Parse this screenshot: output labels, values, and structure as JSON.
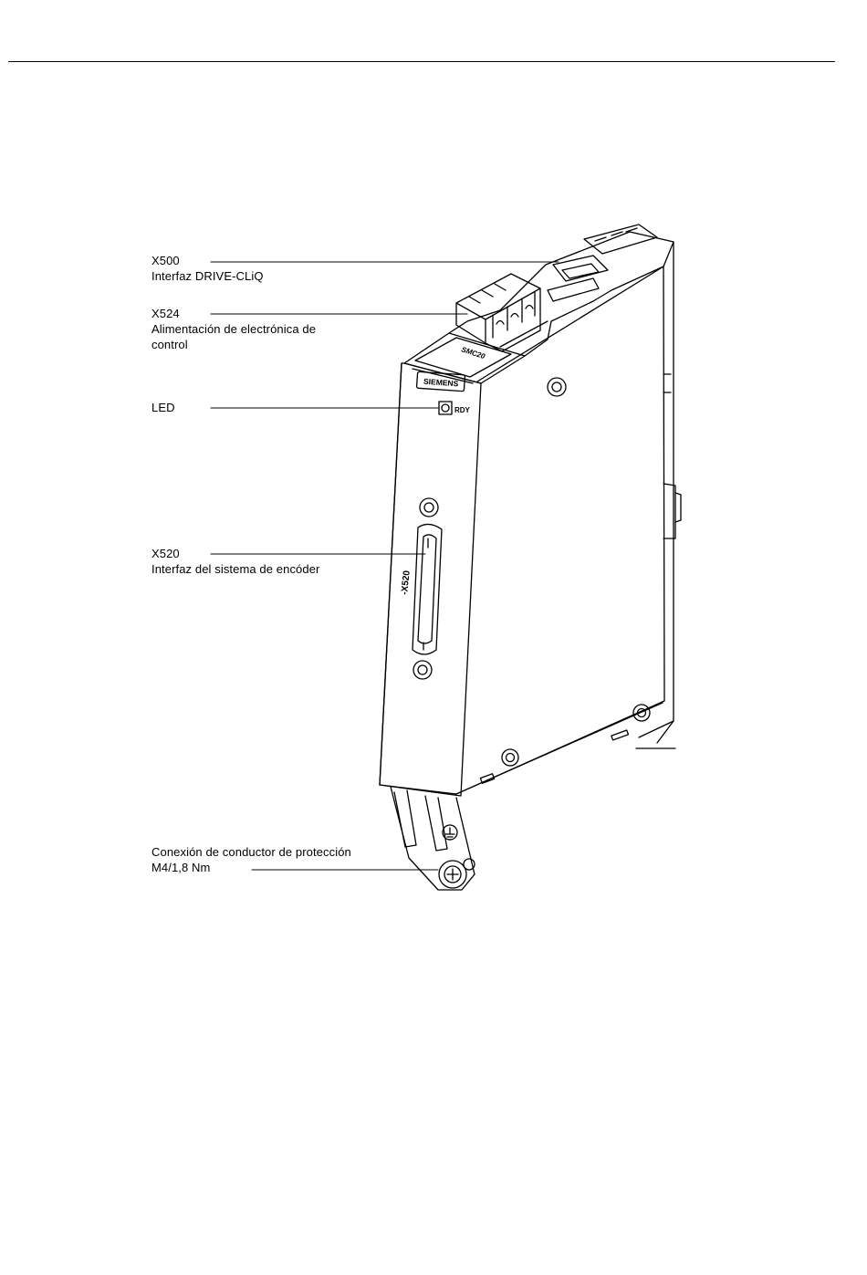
{
  "callouts": {
    "x500": {
      "code": "X500",
      "desc": "Interfaz DRIVE-CLiQ"
    },
    "x524": {
      "code": "X524",
      "desc_line1": "Alimentación de electrónica de",
      "desc_line2": "control"
    },
    "led": {
      "code": "LED"
    },
    "x520": {
      "code": "X520",
      "desc": "Interfaz del sistema de encóder"
    },
    "pe": {
      "desc_line1": "Conexión de conductor de protección",
      "desc_line2": "M4/1,8 Nm"
    }
  },
  "device_markings": {
    "brand": "SIEMENS",
    "module": "SMC20",
    "led_label": "RDY",
    "connector_label": "-X520"
  }
}
